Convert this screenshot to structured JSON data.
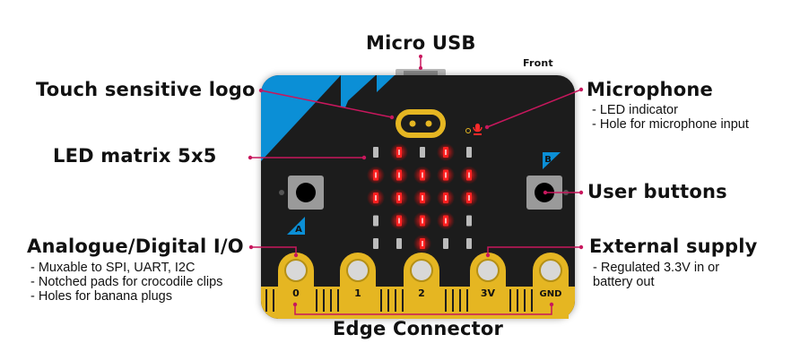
{
  "labels": {
    "micro_usb": "Micro USB",
    "front": "Front",
    "touch_logo": "Touch sensitive logo",
    "microphone": "Microphone",
    "microphone_details": [
      "- LED indicator",
      "- Hole for microphone input"
    ],
    "led_matrix": "LED matrix 5x5",
    "user_buttons": "User buttons",
    "analogue_io": "Analogue/Digital I/O",
    "analogue_io_details": [
      "- Muxable to SPI, UART, I2C",
      "- Notched pads for crocodile clips",
      "- Holes for banana plugs"
    ],
    "external_supply": "External supply",
    "external_supply_details": [
      "- Regulated 3.3V in or",
      "battery out"
    ],
    "edge_connector": "Edge Connector"
  },
  "board": {
    "button_a": "A",
    "button_b": "B",
    "pins": [
      "0",
      "1",
      "2",
      "3V",
      "GND"
    ],
    "led_pattern": [
      [
        0,
        1,
        0,
        1,
        0
      ],
      [
        1,
        1,
        1,
        1,
        1
      ],
      [
        1,
        1,
        1,
        1,
        1
      ],
      [
        0,
        1,
        1,
        1,
        0
      ],
      [
        0,
        0,
        1,
        0,
        0
      ]
    ]
  },
  "colors": {
    "board": "#1e1e1e",
    "accent_blue": "#0b8fd6",
    "gold": "#e5b622",
    "leader": "#c8175d",
    "led_on": "#ff2020",
    "led_off": "#bbbbbb"
  }
}
